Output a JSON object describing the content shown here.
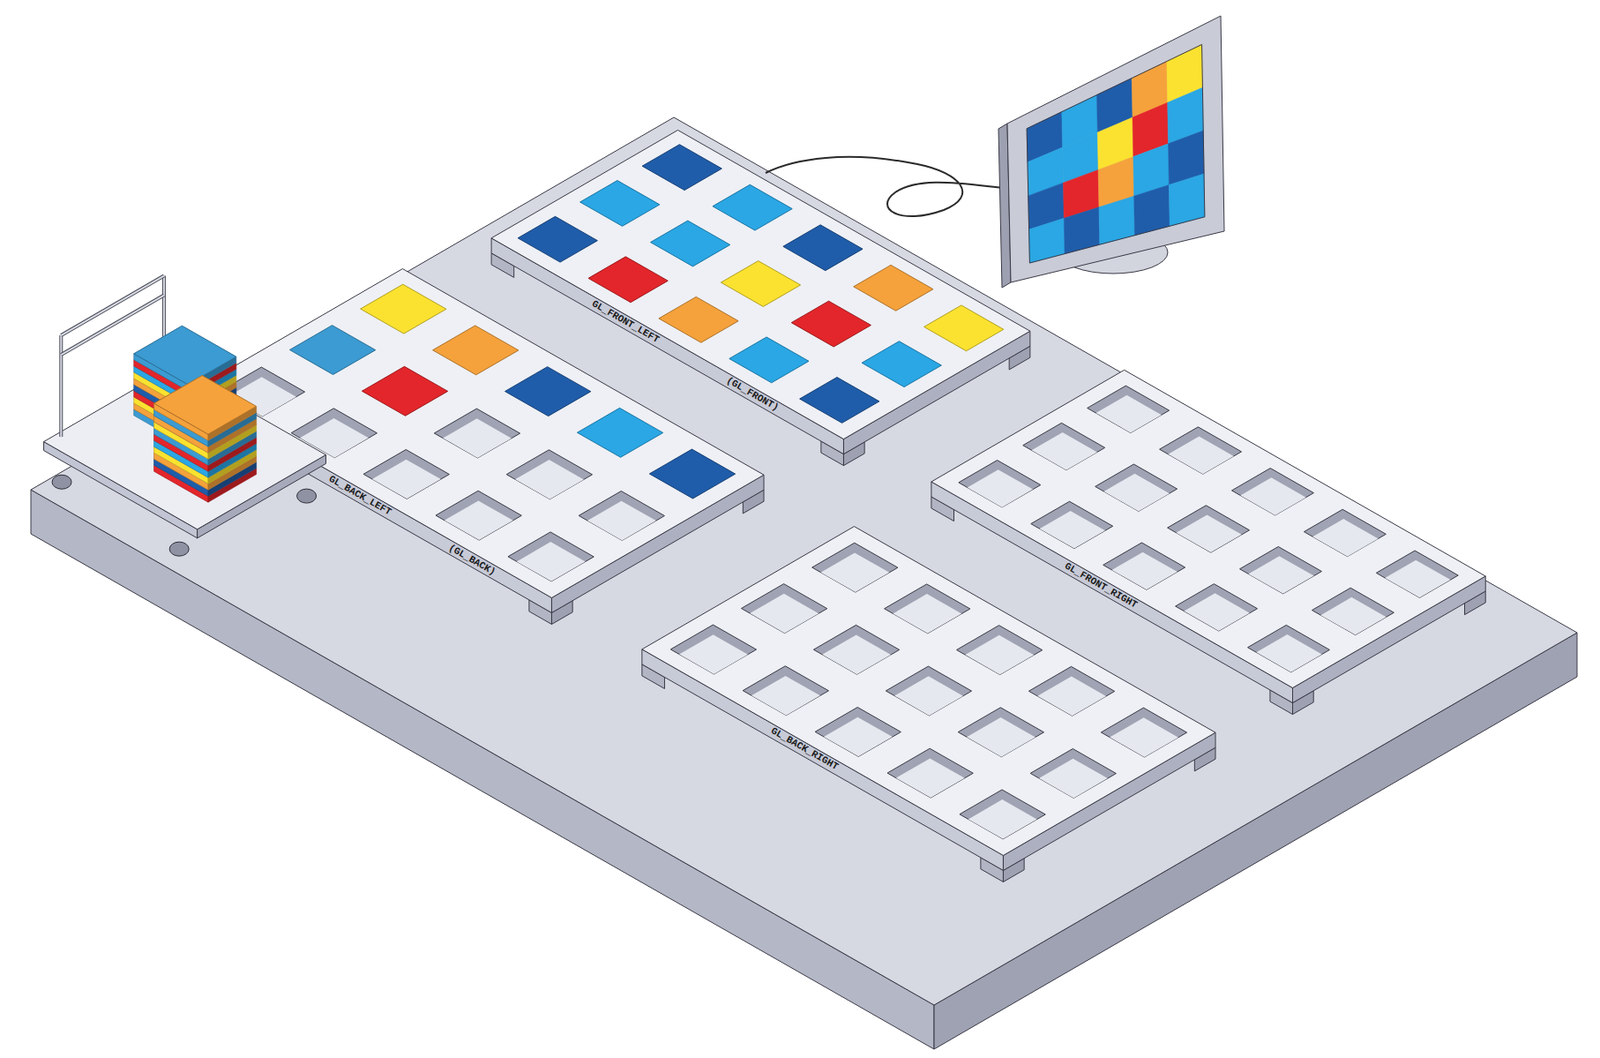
{
  "diagram": {
    "labels": [
      "GL_FRONT_LEFT",
      "(GL_FRONT)",
      "GL_BACK_LEFT",
      "(GL_BACK)",
      "GL_FRONT_RIGHT",
      "GL_BACK_RIGHT"
    ]
  }
}
